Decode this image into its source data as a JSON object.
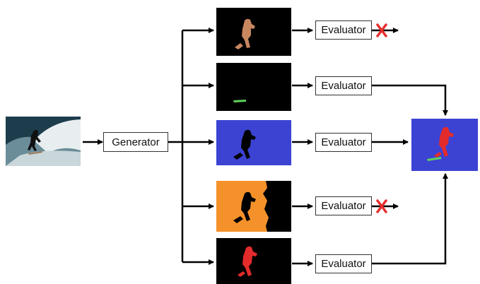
{
  "generator": {
    "label": "Generator"
  },
  "evaluator": {
    "label": "Evaluator"
  },
  "rows": [
    {
      "mask": "torso-mask",
      "accepted": false,
      "mask_color": "#c8875f",
      "background": "#000000"
    },
    {
      "mask": "surfboard-mask",
      "accepted": true,
      "mask_color": "#5fd35a",
      "background": "#000000"
    },
    {
      "mask": "surfer-silhouette-mask",
      "accepted": true,
      "mask_color": "#000000",
      "background": "#3c43d3"
    },
    {
      "mask": "background-mask",
      "accepted": false,
      "mask_color": "#000000",
      "background": "#f5912a"
    },
    {
      "mask": "person-mask",
      "accepted": true,
      "mask_color": "#e32b2b",
      "background": "#000000"
    }
  ],
  "colors": {
    "arrow": "#000000",
    "reject_mark": "#e52e2e",
    "result_background": "#3c43d3",
    "person_mask": "#e32b2b",
    "board_mask": "#5fd35a"
  },
  "icons": {
    "reject": "cross-icon"
  }
}
